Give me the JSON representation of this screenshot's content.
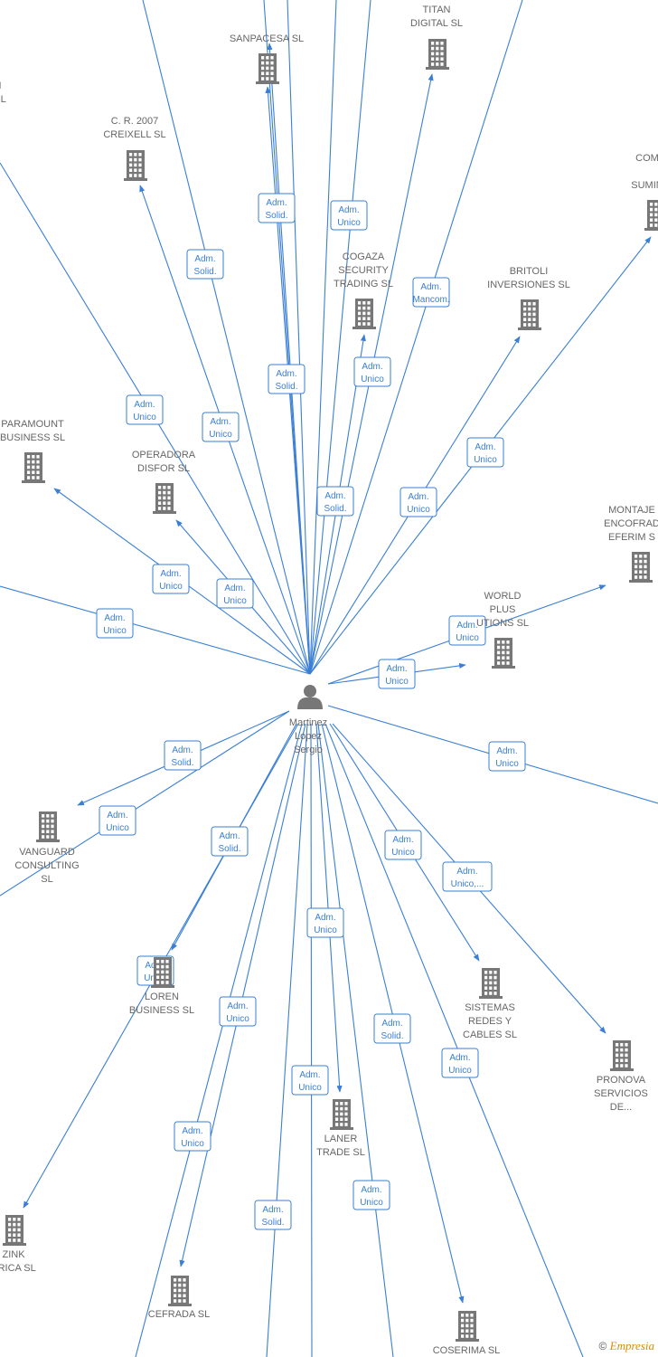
{
  "center": {
    "name_lines": [
      "Martinez",
      "Lopez",
      "Sergio"
    ]
  },
  "companies": [
    {
      "id": "sanpacesa",
      "lines": [
        "SANPACESA SL"
      ]
    },
    {
      "id": "titan",
      "lines": [
        "TITAN",
        "DIGITAL SL"
      ]
    },
    {
      "id": "creixell",
      "lines": [
        "C. R. 2007",
        "CREIXELL SL"
      ]
    },
    {
      "id": "cogaza",
      "lines": [
        "COGAZA",
        "SECURITY",
        "TRADING SL"
      ]
    },
    {
      "id": "britoli",
      "lines": [
        "BRITOLI",
        "INVERSIONES SL"
      ]
    },
    {
      "id": "comsumin",
      "lines": [
        "COM",
        "SUMIN"
      ]
    },
    {
      "id": "topleft",
      "lines": [
        "I",
        "SL"
      ]
    },
    {
      "id": "paramount",
      "lines": [
        "PARAMOUNT",
        "BUSINESS SL"
      ]
    },
    {
      "id": "disfor",
      "lines": [
        "OPERADORA",
        "DISFOR SL"
      ]
    },
    {
      "id": "montaje",
      "lines": [
        "MONTAJE",
        "ENCOFRAD",
        "EFERIM S"
      ]
    },
    {
      "id": "world",
      "lines": [
        "WORLD",
        "PLUS",
        "UTIONS SL"
      ]
    },
    {
      "id": "vanguard",
      "lines": [
        "VANGUARD",
        "CONSULTING",
        "SL"
      ]
    },
    {
      "id": "loren",
      "lines": [
        "LOREN",
        "BUSINESS SL"
      ]
    },
    {
      "id": "sistemas",
      "lines": [
        "SISTEMAS",
        "REDES Y",
        "CABLES SL"
      ]
    },
    {
      "id": "pronova",
      "lines": [
        "PRONOVA",
        "SERVICIOS",
        "DE..."
      ]
    },
    {
      "id": "laner",
      "lines": [
        "LANER",
        "TRADE SL"
      ]
    },
    {
      "id": "zink",
      "lines": [
        "ZINK",
        "BRICA SL"
      ]
    },
    {
      "id": "cefrada",
      "lines": [
        "CEFRADA SL"
      ]
    },
    {
      "id": "coserima",
      "lines": [
        "COSERIMA SL"
      ]
    }
  ],
  "edge_labels": [
    {
      "id": "e1",
      "lines": [
        "Adm.",
        "Solid."
      ]
    },
    {
      "id": "e2",
      "lines": [
        "Adm.",
        "Unico"
      ]
    },
    {
      "id": "e3",
      "lines": [
        "Adm.",
        "Solid."
      ]
    },
    {
      "id": "e4",
      "lines": [
        "Adm.",
        "Mancom."
      ]
    },
    {
      "id": "e5",
      "lines": [
        "Adm.",
        "Solid."
      ]
    },
    {
      "id": "e6",
      "lines": [
        "Adm.",
        "Unico"
      ]
    },
    {
      "id": "e7",
      "lines": [
        "Adm.",
        "Unico"
      ]
    },
    {
      "id": "e8",
      "lines": [
        "Adm.",
        "Unico"
      ]
    },
    {
      "id": "e9",
      "lines": [
        "Adm.",
        "Unico"
      ]
    },
    {
      "id": "e10",
      "lines": [
        "Adm.",
        "Unico"
      ]
    },
    {
      "id": "e11",
      "lines": [
        "Adm.",
        "Solid."
      ]
    },
    {
      "id": "e12",
      "lines": [
        "Adm.",
        "Unico"
      ]
    },
    {
      "id": "e13",
      "lines": [
        "Adm.",
        "Unico"
      ]
    },
    {
      "id": "e14",
      "lines": [
        "Adm.",
        "Unico"
      ]
    },
    {
      "id": "e15",
      "lines": [
        "Adm.",
        "Unico"
      ]
    },
    {
      "id": "e16",
      "lines": [
        "Adm.",
        "Unico"
      ]
    },
    {
      "id": "e17",
      "lines": [
        "Adm.",
        "Solid."
      ]
    },
    {
      "id": "e18",
      "lines": [
        "Adm.",
        "Unico"
      ]
    },
    {
      "id": "e19",
      "lines": [
        "Adm.",
        "Solid."
      ]
    },
    {
      "id": "e20",
      "lines": [
        "Adm.",
        "Unico"
      ]
    },
    {
      "id": "e21",
      "lines": [
        "Adm.",
        "Unico"
      ]
    },
    {
      "id": "e22",
      "lines": [
        "Adm.",
        "Unico"
      ]
    },
    {
      "id": "e23",
      "lines": [
        "Adm.",
        "Unico,..."
      ]
    },
    {
      "id": "e24",
      "lines": [
        "Adm.",
        "Unico"
      ]
    },
    {
      "id": "e25",
      "lines": [
        "Adm.",
        "Unico"
      ]
    },
    {
      "id": "e26",
      "lines": [
        "Adm.",
        "Unico"
      ]
    },
    {
      "id": "e27",
      "lines": [
        "Adm.",
        "Solid."
      ]
    },
    {
      "id": "e28",
      "lines": [
        "Adm.",
        "Unico"
      ]
    },
    {
      "id": "e29",
      "lines": [
        "Adm.",
        "Solid."
      ]
    },
    {
      "id": "e30",
      "lines": [
        "Adm.",
        "Unico"
      ]
    },
    {
      "id": "e31",
      "lines": [
        "Adm.",
        "Unico"
      ]
    },
    {
      "id": "e32",
      "lines": [
        "Adm.",
        "Solid."
      ]
    },
    {
      "id": "e33",
      "lines": [
        "Adm.",
        "Unico"
      ]
    }
  ],
  "footer": {
    "copyright_symbol": "©",
    "brand": "Empresia"
  },
  "colors": {
    "edge": "#3a7fd5",
    "node_icon": "#777777",
    "label": "#666666"
  }
}
